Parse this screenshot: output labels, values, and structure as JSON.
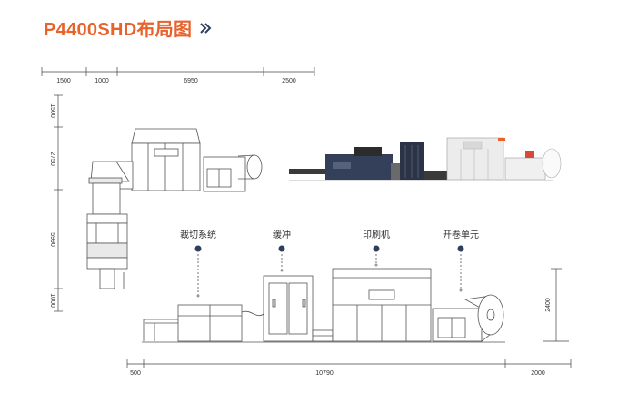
{
  "title": "P4400SHD布局图",
  "colors": {
    "title": "#e8622c",
    "dot": "#2e3f5c",
    "chevron": "#2e3f5c"
  },
  "icons": {
    "title_chevron": "double-chevron-right-icon"
  },
  "top_dims": [
    "1500",
    "1000",
    "6950",
    "2500"
  ],
  "left_dims": [
    "1500",
    "2750",
    "5990",
    "1000"
  ],
  "bottom_dims": [
    "500",
    "10790",
    "2000"
  ],
  "height_dim": "2400",
  "modules": [
    {
      "label": "裁切系统"
    },
    {
      "label": "缓冲"
    },
    {
      "label": "印刷机"
    },
    {
      "label": "开卷单元"
    }
  ]
}
